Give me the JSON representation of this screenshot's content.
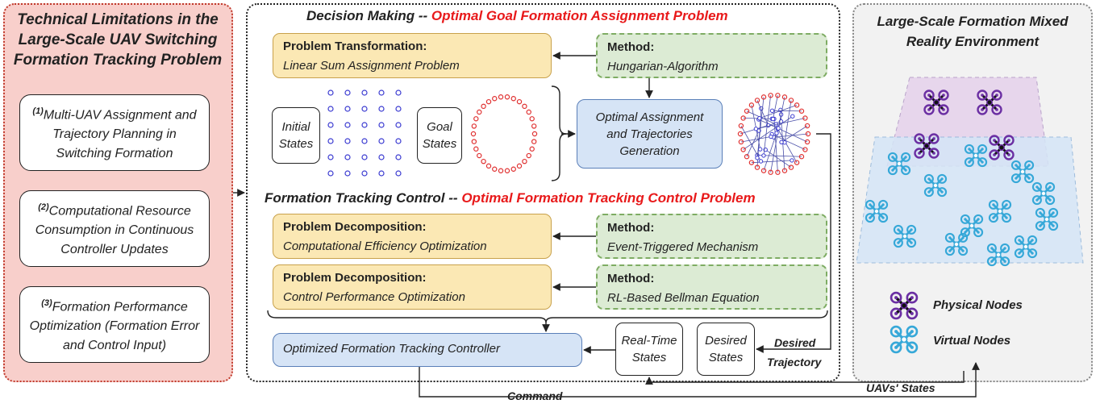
{
  "left": {
    "title": "Technical Limitations in the Large-Scale UAV Switching Formation Tracking Problem",
    "items": [
      {
        "num": "(1)",
        "text": "Multi-UAV Assignment and Trajectory Planning in Switching Formation"
      },
      {
        "num": "(2)",
        "text": "Computational Resource Consumption in Continuous Controller Updates"
      },
      {
        "num": "(3)",
        "text": "Formation Performance Optimization (Formation Error and Control Input)"
      }
    ]
  },
  "decision": {
    "title_prefix": "Decision Making -- ",
    "title_red": "Optimal Goal Formation Assignment Problem",
    "transform_head": "Problem Transformation:",
    "transform_sub": "Linear Sum Assignment Problem",
    "method_head": "Method:",
    "method_sub": "Hungarian-Algorithm",
    "initial_states": "Initial States",
    "goal_states": "Goal States",
    "optimal_gen": "Optimal Assignment and Trajectories Generation"
  },
  "tracking": {
    "title_prefix": "Formation Tracking Control -- ",
    "title_red": "Optimal Formation Tracking Control Problem",
    "decomp1_head": "Problem Decomposition:",
    "decomp1_sub": "Computational Efficiency Optimization",
    "method1_head": "Method:",
    "method1_sub": "Event-Triggered Mechanism",
    "decomp2_head": "Problem Decomposition:",
    "decomp2_sub": "Control Performance Optimization",
    "method2_head": "Method:",
    "method2_sub": "RL-Based Bellman Equation",
    "controller": "Optimized Formation Tracking Controller",
    "realtime": "Real-Time States",
    "desired_states": "Desired States",
    "desired_traj_1": "Desired",
    "desired_traj_2": "Trajectory"
  },
  "right": {
    "title": "Large-Scale Formation Mixed Reality Environment",
    "physical": "Physical Nodes",
    "virtual": "Virtual Nodes"
  },
  "bottom": {
    "command": "Command",
    "uav_states": "UAVs' States"
  },
  "colors": {
    "red_title": "#e8191a",
    "physical_node": "#6b2fa3",
    "virtual_node": "#36a8d8",
    "initial_dot": "#3b3bd1",
    "goal_dot": "#e03131"
  }
}
